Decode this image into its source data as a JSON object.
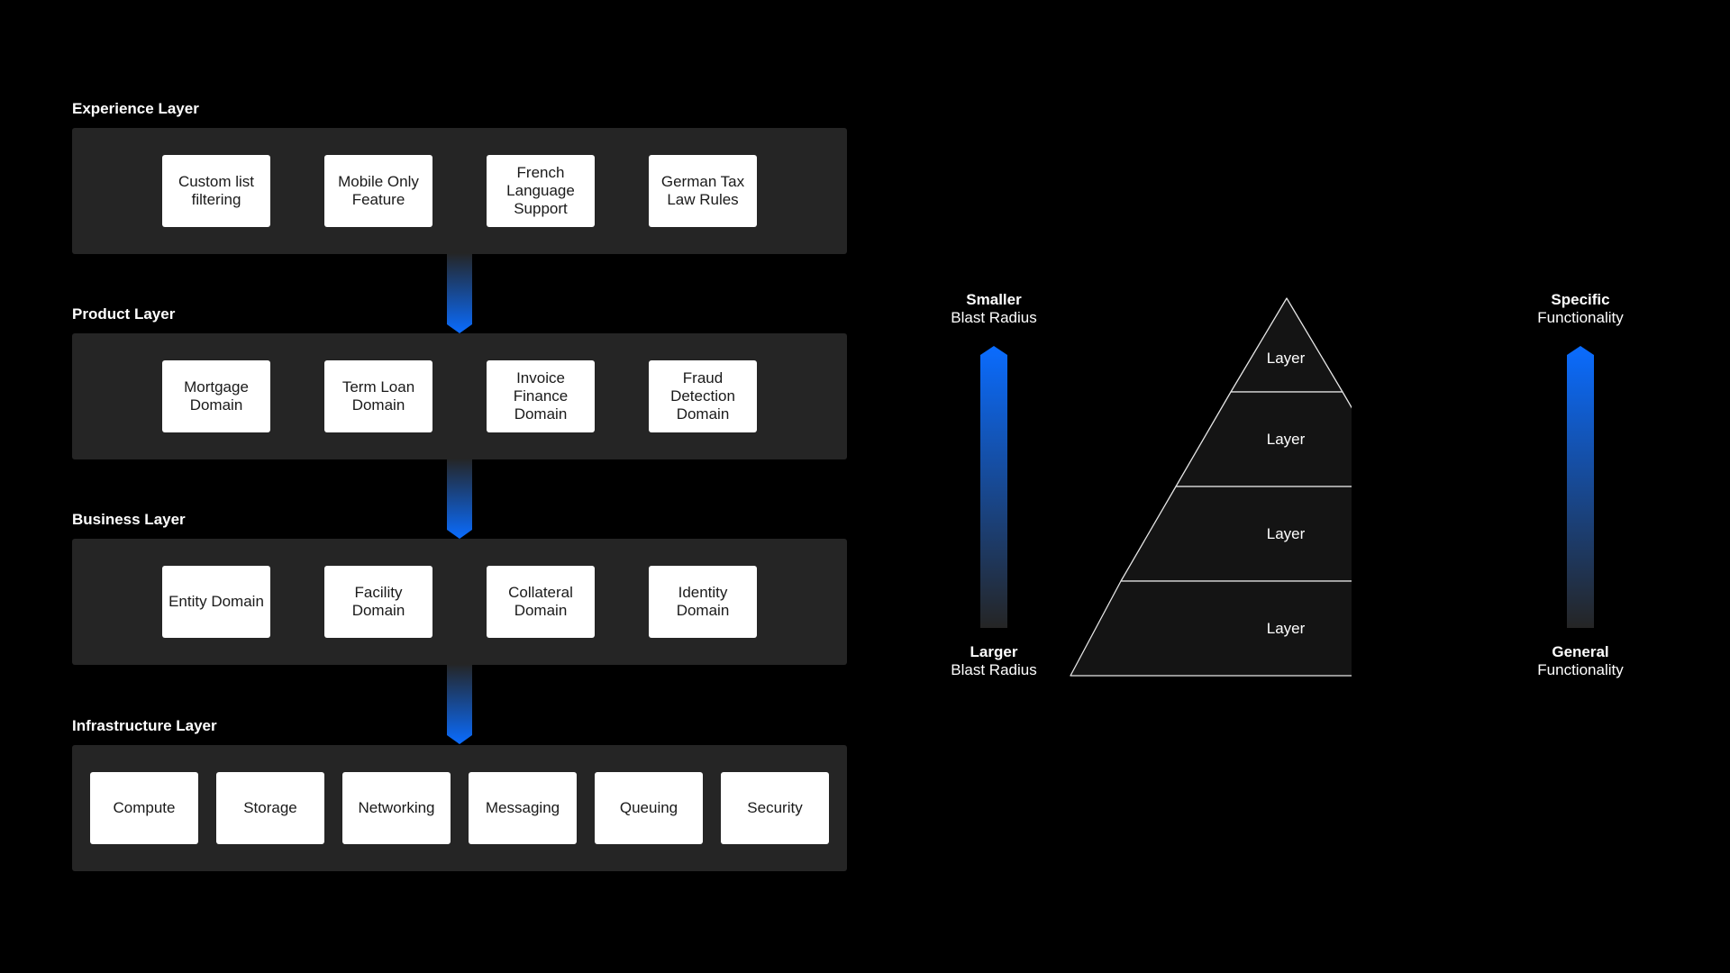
{
  "colors": {
    "background": "#000000",
    "panel": "#252525",
    "box": "#ffffff",
    "accent_blue": "#0a6cff",
    "pyramid_fill": "#141414",
    "pyramid_stroke": "#e6e6e6"
  },
  "layers": [
    {
      "title": "Experience Layer",
      "items": [
        {
          "label": "Custom list filtering"
        },
        {
          "label": "Mobile Only Feature"
        },
        {
          "label": "French Language Support"
        },
        {
          "label": "German Tax Law Rules"
        }
      ]
    },
    {
      "title": "Product Layer",
      "items": [
        {
          "label": "Mortgage Domain"
        },
        {
          "label": "Term Loan Domain"
        },
        {
          "label": "Invoice Finance Domain"
        },
        {
          "label": "Fraud Detection Domain"
        }
      ]
    },
    {
      "title": "Business Layer",
      "items": [
        {
          "label": "Entity Domain"
        },
        {
          "label": "Facility Domain"
        },
        {
          "label": "Collateral Domain"
        },
        {
          "label": "Identity Domain"
        }
      ]
    },
    {
      "title": "Infrastructure Layer",
      "items": [
        {
          "label": "Compute"
        },
        {
          "label": "Storage"
        },
        {
          "label": "Networking"
        },
        {
          "label": "Messaging"
        },
        {
          "label": "Queuing"
        },
        {
          "label": "Security"
        }
      ]
    }
  ],
  "blast_radius": {
    "top_strong": "Smaller",
    "top_normal": "Blast Radius",
    "bottom_strong": "Larger",
    "bottom_normal": "Blast Radius"
  },
  "functionality": {
    "top_strong": "Specific",
    "top_normal": "Functionality",
    "bottom_strong": "General",
    "bottom_normal": "Functionality"
  },
  "pyramid": {
    "tiers": [
      {
        "label": "Layer"
      },
      {
        "label": "Layer"
      },
      {
        "label": "Layer"
      },
      {
        "label": "Layer"
      }
    ]
  }
}
